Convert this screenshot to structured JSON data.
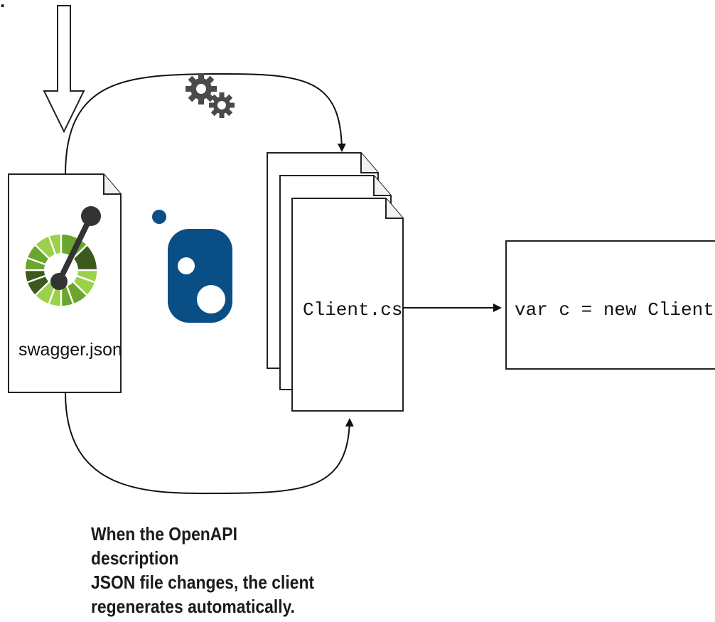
{
  "top_clipped_text": ".",
  "openapi_file": {
    "label": "swagger.json",
    "logo_colors": {
      "dark_green": "#3d5a1e",
      "mid_green": "#6aa52e",
      "light_green": "#9bd04a",
      "connector": "#333333"
    }
  },
  "generator_logo": {
    "icon": "nswag-logo-icon",
    "color": "#0a4e86"
  },
  "generated_files": {
    "label": "Client.cs",
    "stack_count": 3
  },
  "usage_box": {
    "code": "var c = new Client()"
  },
  "gears_icon": "gears-icon",
  "input_arrow_icon": "hollow-down-arrow-icon",
  "caption": {
    "line1": "When the OpenAPI description",
    "line2": "JSON file changes, the client",
    "line3": "regenerates automatically."
  }
}
